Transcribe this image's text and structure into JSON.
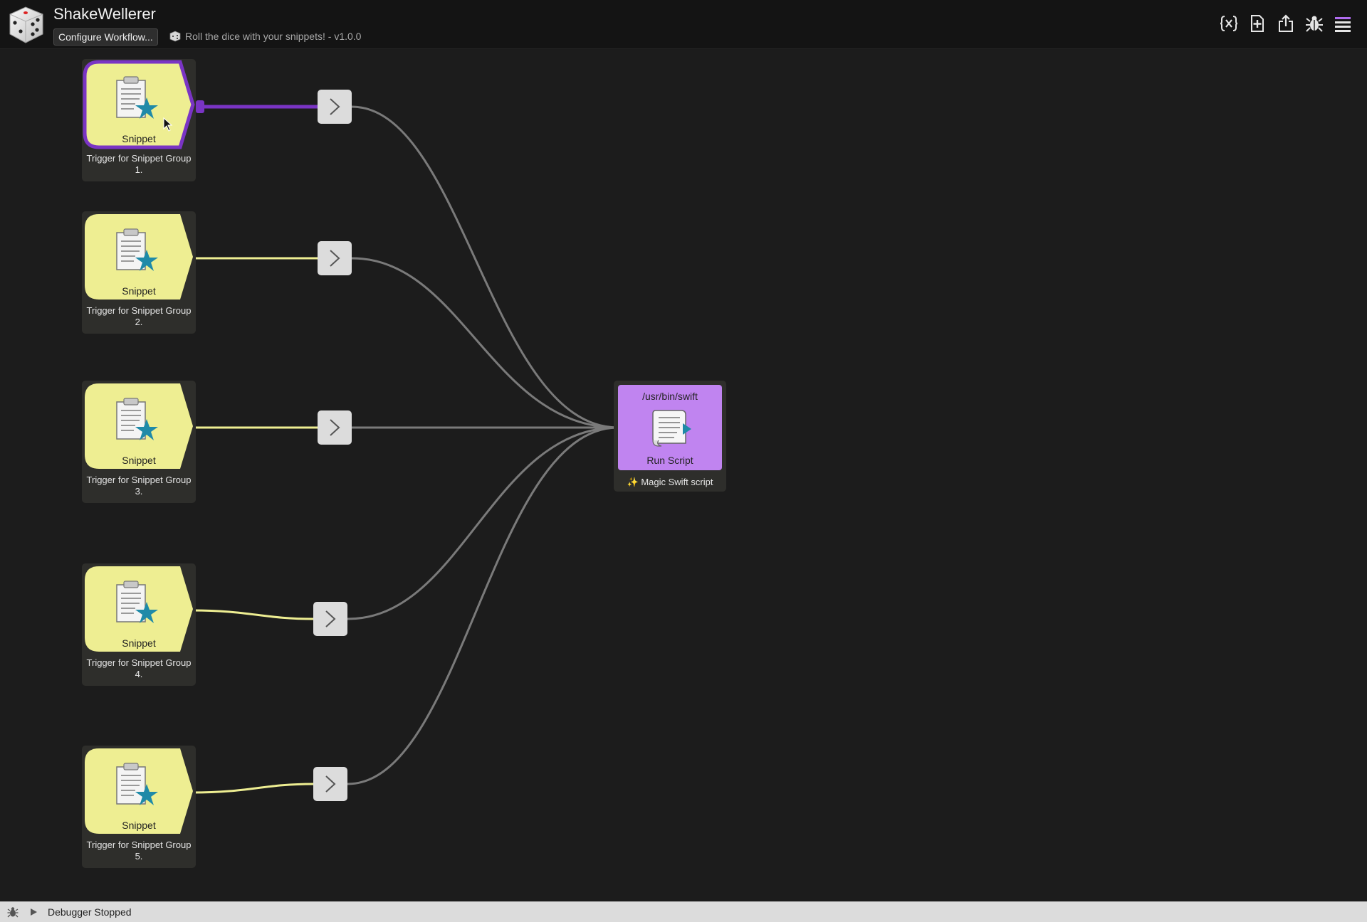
{
  "header": {
    "title": "ShakeWellerer",
    "configure_button": "Configure Workflow...",
    "subtitle": "Roll the dice with your snippets! - v1.0.0",
    "toolbar": [
      "variables-icon",
      "add-object-icon",
      "export-icon",
      "debugger-icon",
      "menu-icon"
    ]
  },
  "canvas": {
    "triggers": [
      {
        "title": "Snippet",
        "description": "Trigger for Snippet Group 1.",
        "selected": true
      },
      {
        "title": "Snippet",
        "description": "Trigger for Snippet Group 2.",
        "selected": false
      },
      {
        "title": "Snippet",
        "description": "Trigger for Snippet Group 3.",
        "selected": false
      },
      {
        "title": "Snippet",
        "description": "Trigger for Snippet Group 4.",
        "selected": false
      },
      {
        "title": "Snippet",
        "description": "Trigger for Snippet Group 5.",
        "selected": false
      }
    ],
    "script": {
      "path": "/usr/bin/swift",
      "title": "Run Script",
      "description": "✨ Magic Swift script"
    }
  },
  "status": {
    "text": "Debugger Stopped"
  },
  "colors": {
    "trigger_fill": "#eeee92",
    "selected_outline": "#7a34c4",
    "script_fill": "#c084f0",
    "wire_gray": "#7a7a7a",
    "wire_yellow": "#eeee92",
    "accent_menu": "#b06cf0"
  }
}
